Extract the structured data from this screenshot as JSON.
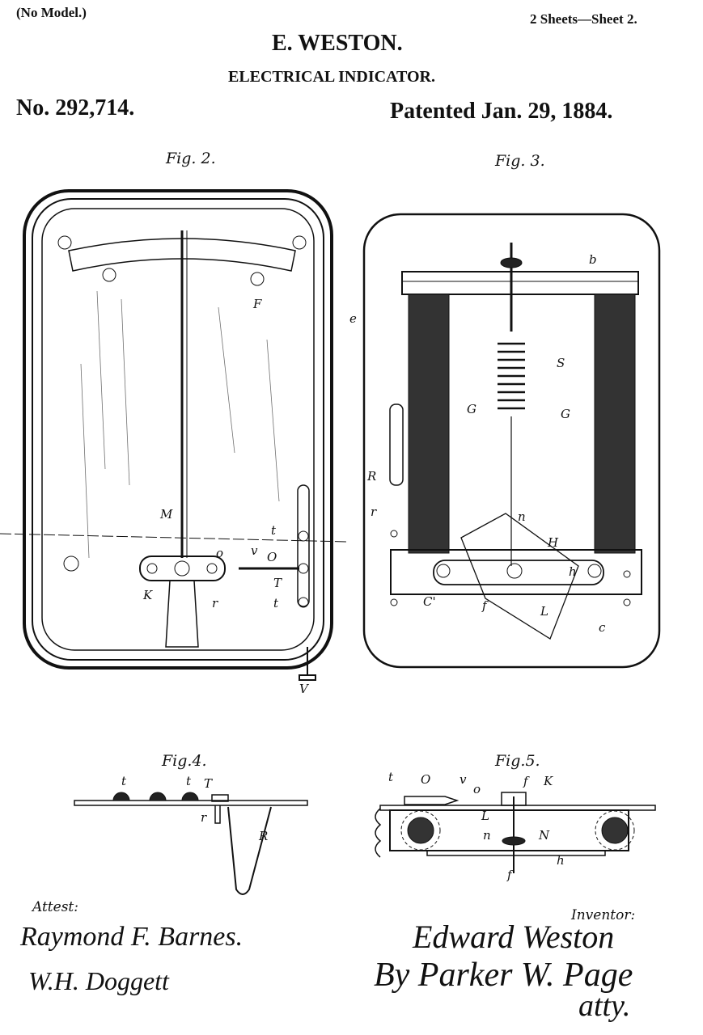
{
  "header": {
    "model_note": "(No Model.)",
    "sheet_note": "2 Sheets—Sheet 2.",
    "inventor_name": "E. WESTON.",
    "title": "ELECTRICAL INDICATOR.",
    "patent_number": "No. 292,714.",
    "patent_date": "Patented Jan. 29, 1884."
  },
  "figures": {
    "fig2": {
      "caption": "Fig. 2.",
      "labels": [
        "F",
        "e",
        "M",
        "t",
        "o",
        "v",
        "O",
        "T",
        "t",
        "K",
        "r",
        "V"
      ]
    },
    "fig3": {
      "caption": "Fig. 3.",
      "labels": [
        "b",
        "S",
        "G",
        "G",
        "R",
        "r",
        "n",
        "H",
        "h",
        "C'",
        "f",
        "L",
        "c"
      ]
    },
    "fig4": {
      "caption": "Fig.4.",
      "labels": [
        "t",
        "t",
        "T",
        "r",
        "R"
      ]
    },
    "fig5": {
      "caption": "Fig.5.",
      "labels": [
        "t",
        "O",
        "v",
        "o",
        "f",
        "K",
        "L",
        "n",
        "N",
        "f",
        "h"
      ]
    }
  },
  "signatures": {
    "attest_label": "Attest:",
    "witness_1": "Raymond F. Barnes.",
    "witness_2": "W.H. Doggett",
    "inventor_label": "Inventor:",
    "inventor": "Edward Weston",
    "attorney": "By Parker W. Page",
    "attorney_suffix": "atty."
  }
}
